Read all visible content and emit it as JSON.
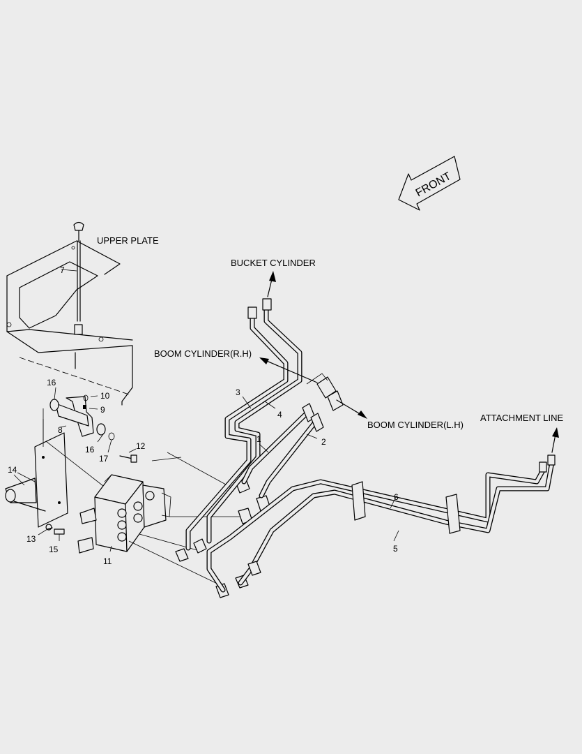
{
  "labels": {
    "upper_plate": "UPPER PLATE",
    "bucket_cylinder": "BUCKET CYLINDER",
    "boom_cylinder_rh": "BOOM CYLINDER(R.H)",
    "boom_cylinder_lh": "BOOM CYLINDER(L.H)",
    "attachment_line": "ATTACHMENT LINE",
    "front": "FRONT"
  },
  "part_numbers": {
    "p1": "1",
    "p2": "2",
    "p3": "3",
    "p4": "4",
    "p5": "5",
    "p6": "6",
    "p7": "7",
    "p8": "8",
    "p9": "9",
    "p10": "10",
    "p11": "11",
    "p12": "12",
    "p13": "13",
    "p14": "14",
    "p15": "15",
    "p16a": "16",
    "p16b": "16",
    "p17": "17"
  }
}
